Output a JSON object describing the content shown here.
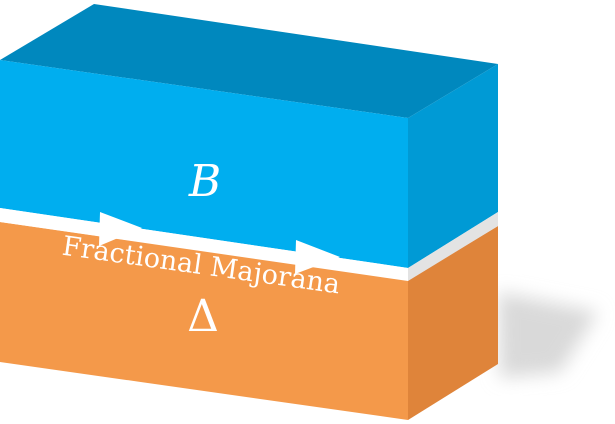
{
  "diagram": {
    "top_layer_label": "B",
    "bottom_layer_label": "Δ",
    "edge_mode_label": "Fractional Majorana"
  },
  "colors": {
    "top_layer_front": "#00aeef",
    "top_layer_top": "#0088be",
    "top_layer_side": "#009ad5",
    "bottom_layer_front": "#f4994a",
    "bottom_layer_side": "#df843a",
    "interface": "#ffffff",
    "interface_side": "#e3e3e3",
    "shadow": "#d9d9d9"
  }
}
